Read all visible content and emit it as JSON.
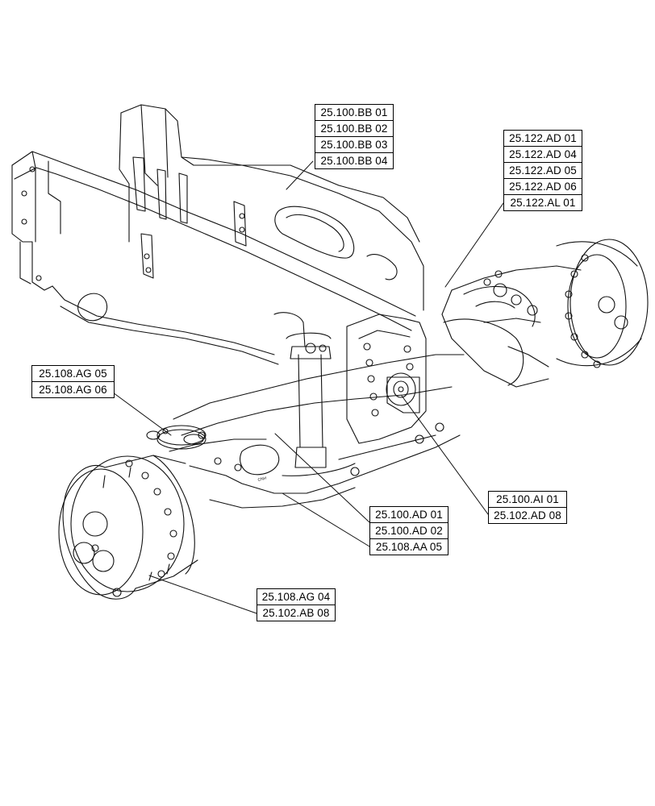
{
  "callouts": {
    "frame": [
      "25.100.BB 01",
      "25.100.BB 02",
      "25.100.BB 03",
      "25.100.BB 04"
    ],
    "rear_axle": [
      "25.122.AD 01",
      "25.122.AD 04",
      "25.122.AD 05",
      "25.122.AD 06",
      "25.122.AL 01"
    ],
    "kingpin_left": [
      "25.108.AG 05",
      "25.108.AG 06"
    ],
    "actuator": [
      "25.100.AI 01",
      "25.102.AD 08"
    ],
    "axle_housing": [
      "25.100.AD 01",
      "25.100.AD 02",
      "25.108.AA 05"
    ],
    "wheel_hub": [
      "25.108.AG 04",
      "25.102.AB 08"
    ]
  },
  "part_stamp": "CNH"
}
